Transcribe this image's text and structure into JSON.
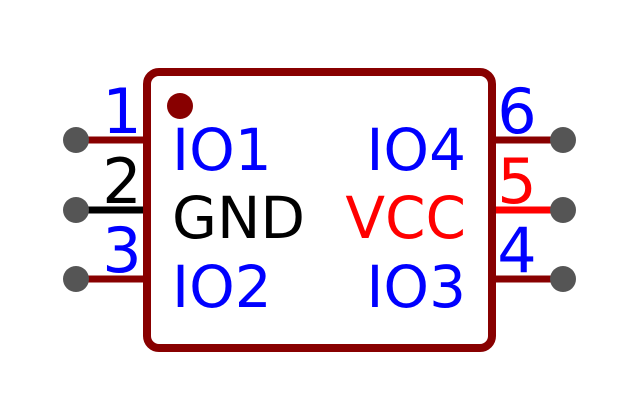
{
  "colors": {
    "outline": "#880000",
    "body_fill": "#ffffff",
    "pin_dot": "#555555",
    "signal_text": "#0000ff",
    "gnd_text": "#000000",
    "vcc_text": "#ff0000",
    "pin1_marker": "#880000"
  },
  "pins": {
    "p1": {
      "number": "1",
      "name": "IO1"
    },
    "p2": {
      "number": "2",
      "name": "GND"
    },
    "p3": {
      "number": "3",
      "name": "IO2"
    },
    "p4": {
      "number": "4",
      "name": "IO3"
    },
    "p5": {
      "number": "5",
      "name": "VCC"
    },
    "p6": {
      "number": "6",
      "name": "IO4"
    }
  }
}
